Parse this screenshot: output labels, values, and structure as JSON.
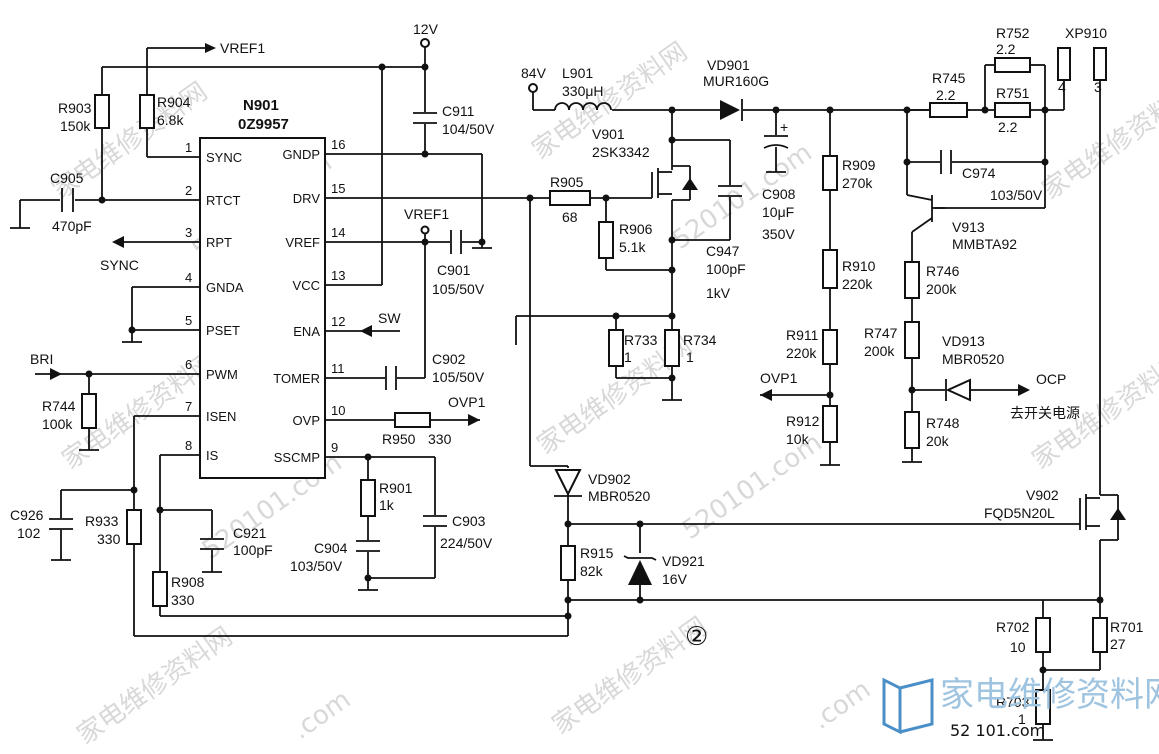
{
  "ic": {
    "ref": "N901",
    "part": "0Z9957",
    "pins_left": [
      {
        "num": "1",
        "name": "SYNC"
      },
      {
        "num": "2",
        "name": "RTCT"
      },
      {
        "num": "3",
        "name": "RPT"
      },
      {
        "num": "4",
        "name": "GNDA"
      },
      {
        "num": "5",
        "name": "PSET"
      },
      {
        "num": "6",
        "name": "PWM"
      },
      {
        "num": "7",
        "name": "ISEN"
      },
      {
        "num": "8",
        "name": "IS"
      }
    ],
    "pins_right": [
      {
        "num": "16",
        "name": "GNDP"
      },
      {
        "num": "15",
        "name": "DRV"
      },
      {
        "num": "14",
        "name": "VREF"
      },
      {
        "num": "13",
        "name": "VCC"
      },
      {
        "num": "12",
        "name": "ENA"
      },
      {
        "num": "11",
        "name": "TOMER"
      },
      {
        "num": "10",
        "name": "OVP"
      },
      {
        "num": "9",
        "name": "SSCMP"
      }
    ]
  },
  "nets": {
    "vref1_top": "VREF1",
    "v12": "12V",
    "v84": "84V",
    "vref1_mid": "VREF1",
    "sync": "SYNC",
    "sw": "SW",
    "ovp1_in": "OVP1",
    "ovp1_out": "OVP1",
    "bri": "BRI",
    "ocp": "OCP",
    "ocp_note": "去开关电源",
    "connector": "XP910",
    "conn_pin4": "4",
    "conn_pin3": "3"
  },
  "components": {
    "R903": {
      "ref": "R903",
      "value": "150k"
    },
    "R904": {
      "ref": "R904",
      "value": "6.8k"
    },
    "C905": {
      "ref": "C905",
      "value": "470pF"
    },
    "C911": {
      "ref": "C911",
      "value": "104/50V"
    },
    "C901": {
      "ref": "C901",
      "value": "105/50V"
    },
    "C902": {
      "ref": "C902",
      "value": "105/50V"
    },
    "R950": {
      "ref": "R950",
      "value": "330"
    },
    "R744": {
      "ref": "R744",
      "value": "100k"
    },
    "C926": {
      "ref": "C926",
      "value": "102"
    },
    "R933": {
      "ref": "R933",
      "value": "330"
    },
    "C921": {
      "ref": "C921",
      "value": "100pF"
    },
    "R908": {
      "ref": "R908",
      "value": "330"
    },
    "R901": {
      "ref": "R901",
      "value": "1k"
    },
    "C904": {
      "ref": "C904",
      "value": "103/50V"
    },
    "C903": {
      "ref": "C903",
      "value": "224/50V"
    },
    "L901": {
      "ref": "L901",
      "value": "330μH"
    },
    "VD901": {
      "ref": "VD901",
      "value": "MUR160G"
    },
    "V901": {
      "ref": "V901",
      "value": "2SK3342"
    },
    "R905": {
      "ref": "R905",
      "value": "68"
    },
    "R906": {
      "ref": "R906",
      "value": "5.1k"
    },
    "C947": {
      "ref": "C947",
      "value": "100pF",
      "rating": "1kV"
    },
    "C908": {
      "ref": "C908",
      "value": "10μF",
      "rating": "350V"
    },
    "R733": {
      "ref": "R733",
      "value": "1"
    },
    "R734": {
      "ref": "R734",
      "value": "1"
    },
    "R909": {
      "ref": "R909",
      "value": "270k"
    },
    "R910": {
      "ref": "R910",
      "value": "220k"
    },
    "R911": {
      "ref": "R911",
      "value": "220k"
    },
    "R912": {
      "ref": "R912",
      "value": "10k"
    },
    "R745": {
      "ref": "R745",
      "value": "2.2"
    },
    "R752": {
      "ref": "R752",
      "value": "2.2"
    },
    "R751": {
      "ref": "R751",
      "value": "2.2"
    },
    "C974": {
      "ref": "C974",
      "value": "103/50V"
    },
    "V913": {
      "ref": "V913",
      "value": "MMBTA92"
    },
    "R746": {
      "ref": "R746",
      "value": "200k"
    },
    "R747": {
      "ref": "R747",
      "value": "200k"
    },
    "VD913": {
      "ref": "VD913",
      "value": "MBR0520"
    },
    "R748": {
      "ref": "R748",
      "value": "20k"
    },
    "VD902": {
      "ref": "VD902",
      "value": "MBR0520"
    },
    "R915": {
      "ref": "R915",
      "value": "82k"
    },
    "VD921": {
      "ref": "VD921",
      "value": "16V"
    },
    "V902": {
      "ref": "V902",
      "value": "FQD5N20L"
    },
    "R702": {
      "ref": "R702",
      "value": "10"
    },
    "R701": {
      "ref": "R701",
      "value": "27"
    },
    "R703": {
      "ref": "R703",
      "value": "1"
    }
  },
  "figure_number": "②",
  "watermark": {
    "text_cn": "家电维修资料网",
    "url": "520101.com",
    "url_ghost": ".com",
    "brand": "家电维修资料网",
    "brand_url": "52 101.com"
  }
}
